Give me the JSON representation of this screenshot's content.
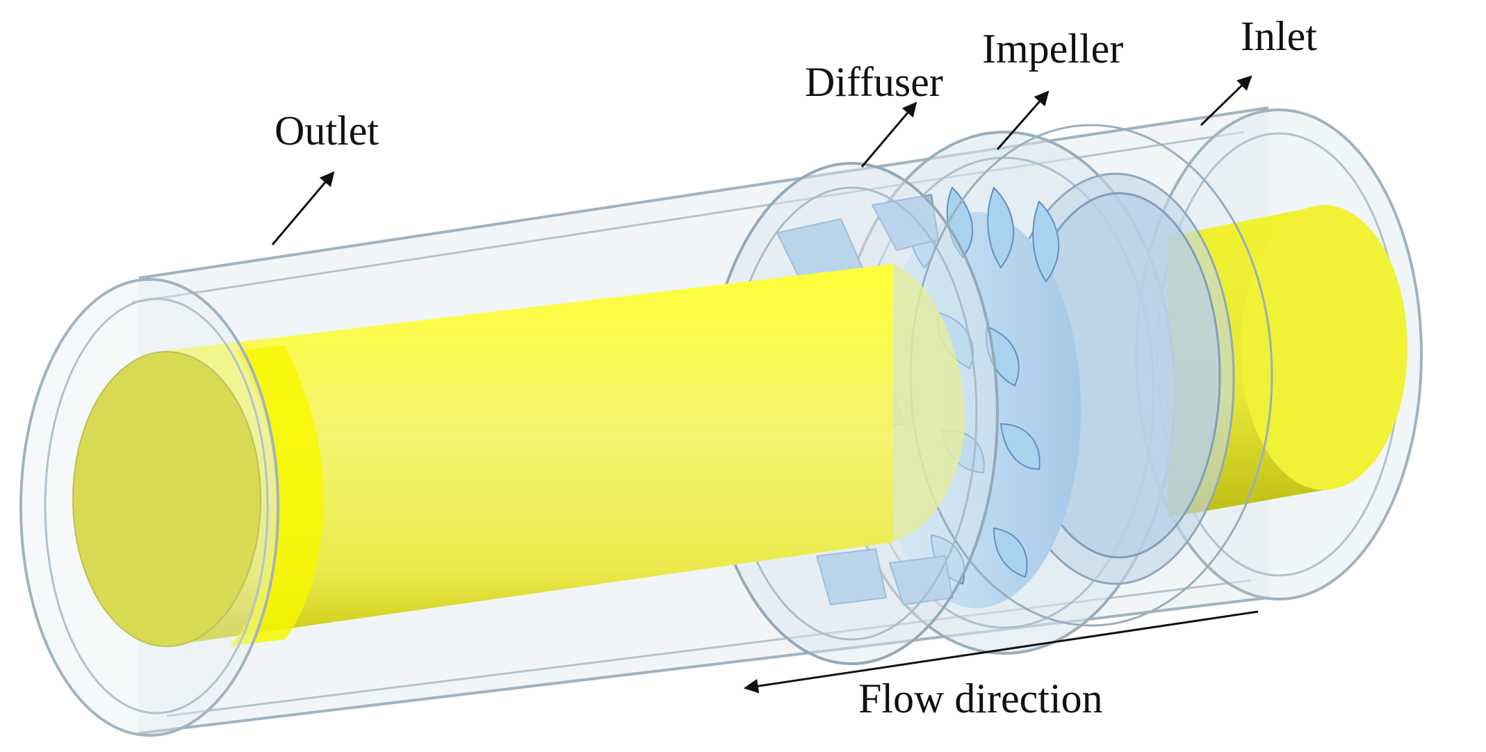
{
  "labels": {
    "outlet": "Outlet",
    "diffuser": "Diffuser",
    "impeller": "Impeller",
    "inlet": "Inlet",
    "flow_direction": "Flow direction"
  },
  "colors": {
    "shaft": "#f2f24a",
    "shaft_end": "#cccc00",
    "pipe_outline": "#9fb3c0",
    "pipe_fill": "#dfe9ee",
    "blade": "#a9d2ee",
    "blade_dark": "#7fb2de",
    "arrow": "#111111"
  },
  "icons": {
    "callout_arrow": "arrow-up-right-icon",
    "flow_arrow": "arrow-left-icon"
  }
}
